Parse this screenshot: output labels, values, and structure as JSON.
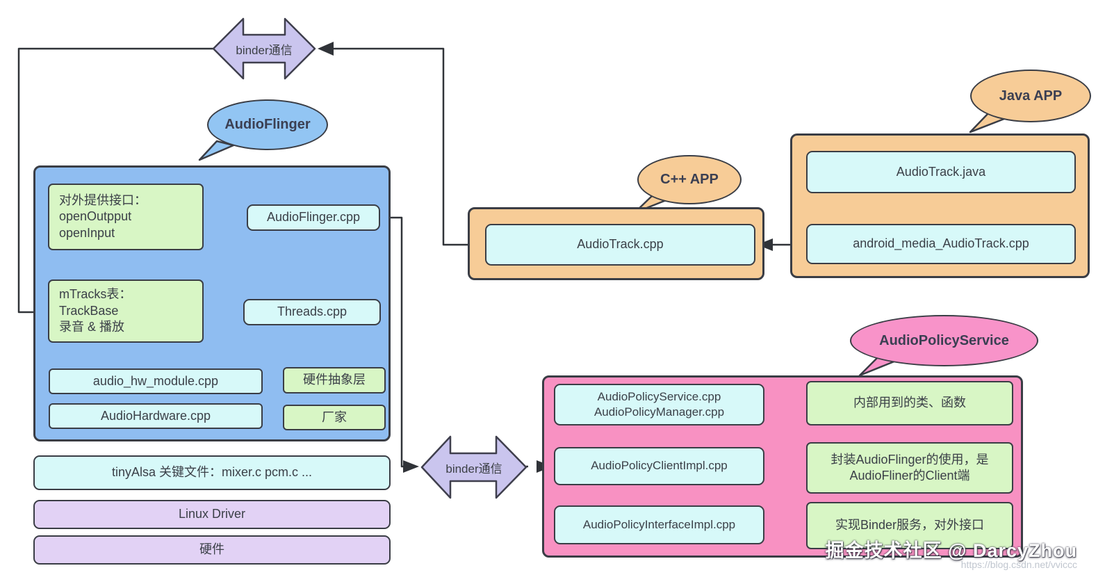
{
  "colors": {
    "blue_panel": "#8fbdf1",
    "cyan_box": "#d7f9f9",
    "green_box": "#d8f6c5",
    "orange": "#f7cc97",
    "pink": "#f891c2",
    "purple_bar": "#e2d2f5",
    "lavender_arrow": "#cac5ee",
    "line": "#303338"
  },
  "binder_arrows": {
    "top_label": "binder通信",
    "bottom_label": "binder通信"
  },
  "bubbles": {
    "flinger": "AudioFlinger",
    "java": "Java APP",
    "cpp": "C++ APP",
    "policy": "AudioPolicyService"
  },
  "flinger_panel": {
    "interface_box": "对外提供接口：\nopenOutpput\nopenInput",
    "audioflinger_cpp": "AudioFlinger.cpp",
    "mtracks_box": "mTracks表：\nTrackBase\n录音 & 播放",
    "threads_cpp": "Threads.cpp",
    "audio_hw_module": "audio_hw_module.cpp",
    "audio_hardware": "AudioHardware.cpp",
    "hal": "硬件抽象层",
    "vendor": "厂家"
  },
  "layers": {
    "tinyalsa": "tinyAlsa 关键文件：mixer.c pcm.c ...",
    "linux_driver": "Linux Driver",
    "hardware": "硬件"
  },
  "cpp_panel": {
    "audiotrack_cpp": "AudioTrack.cpp"
  },
  "java_panel": {
    "audiotrack_java": "AudioTrack.java",
    "android_media_audiotrack_cpp": "android_media_AudioTrack.cpp"
  },
  "policy_panel": {
    "rows": [
      {
        "source": "AudioPolicyService.cpp\nAudioPolicyManager.cpp",
        "desc": "内部用到的类、函数"
      },
      {
        "source": "AudioPolicyClientImpl.cpp",
        "desc": "封装AudioFlinger的使用，是\nAudioFliner的Client端"
      },
      {
        "source": "AudioPolicyInterfaceImpl.cpp",
        "desc": "实现Binder服务，对外接口"
      }
    ]
  },
  "watermark": {
    "community": "掘金技术社区 @ DarcyZhou",
    "url": "https://blog.csdn.net/vviccc"
  }
}
